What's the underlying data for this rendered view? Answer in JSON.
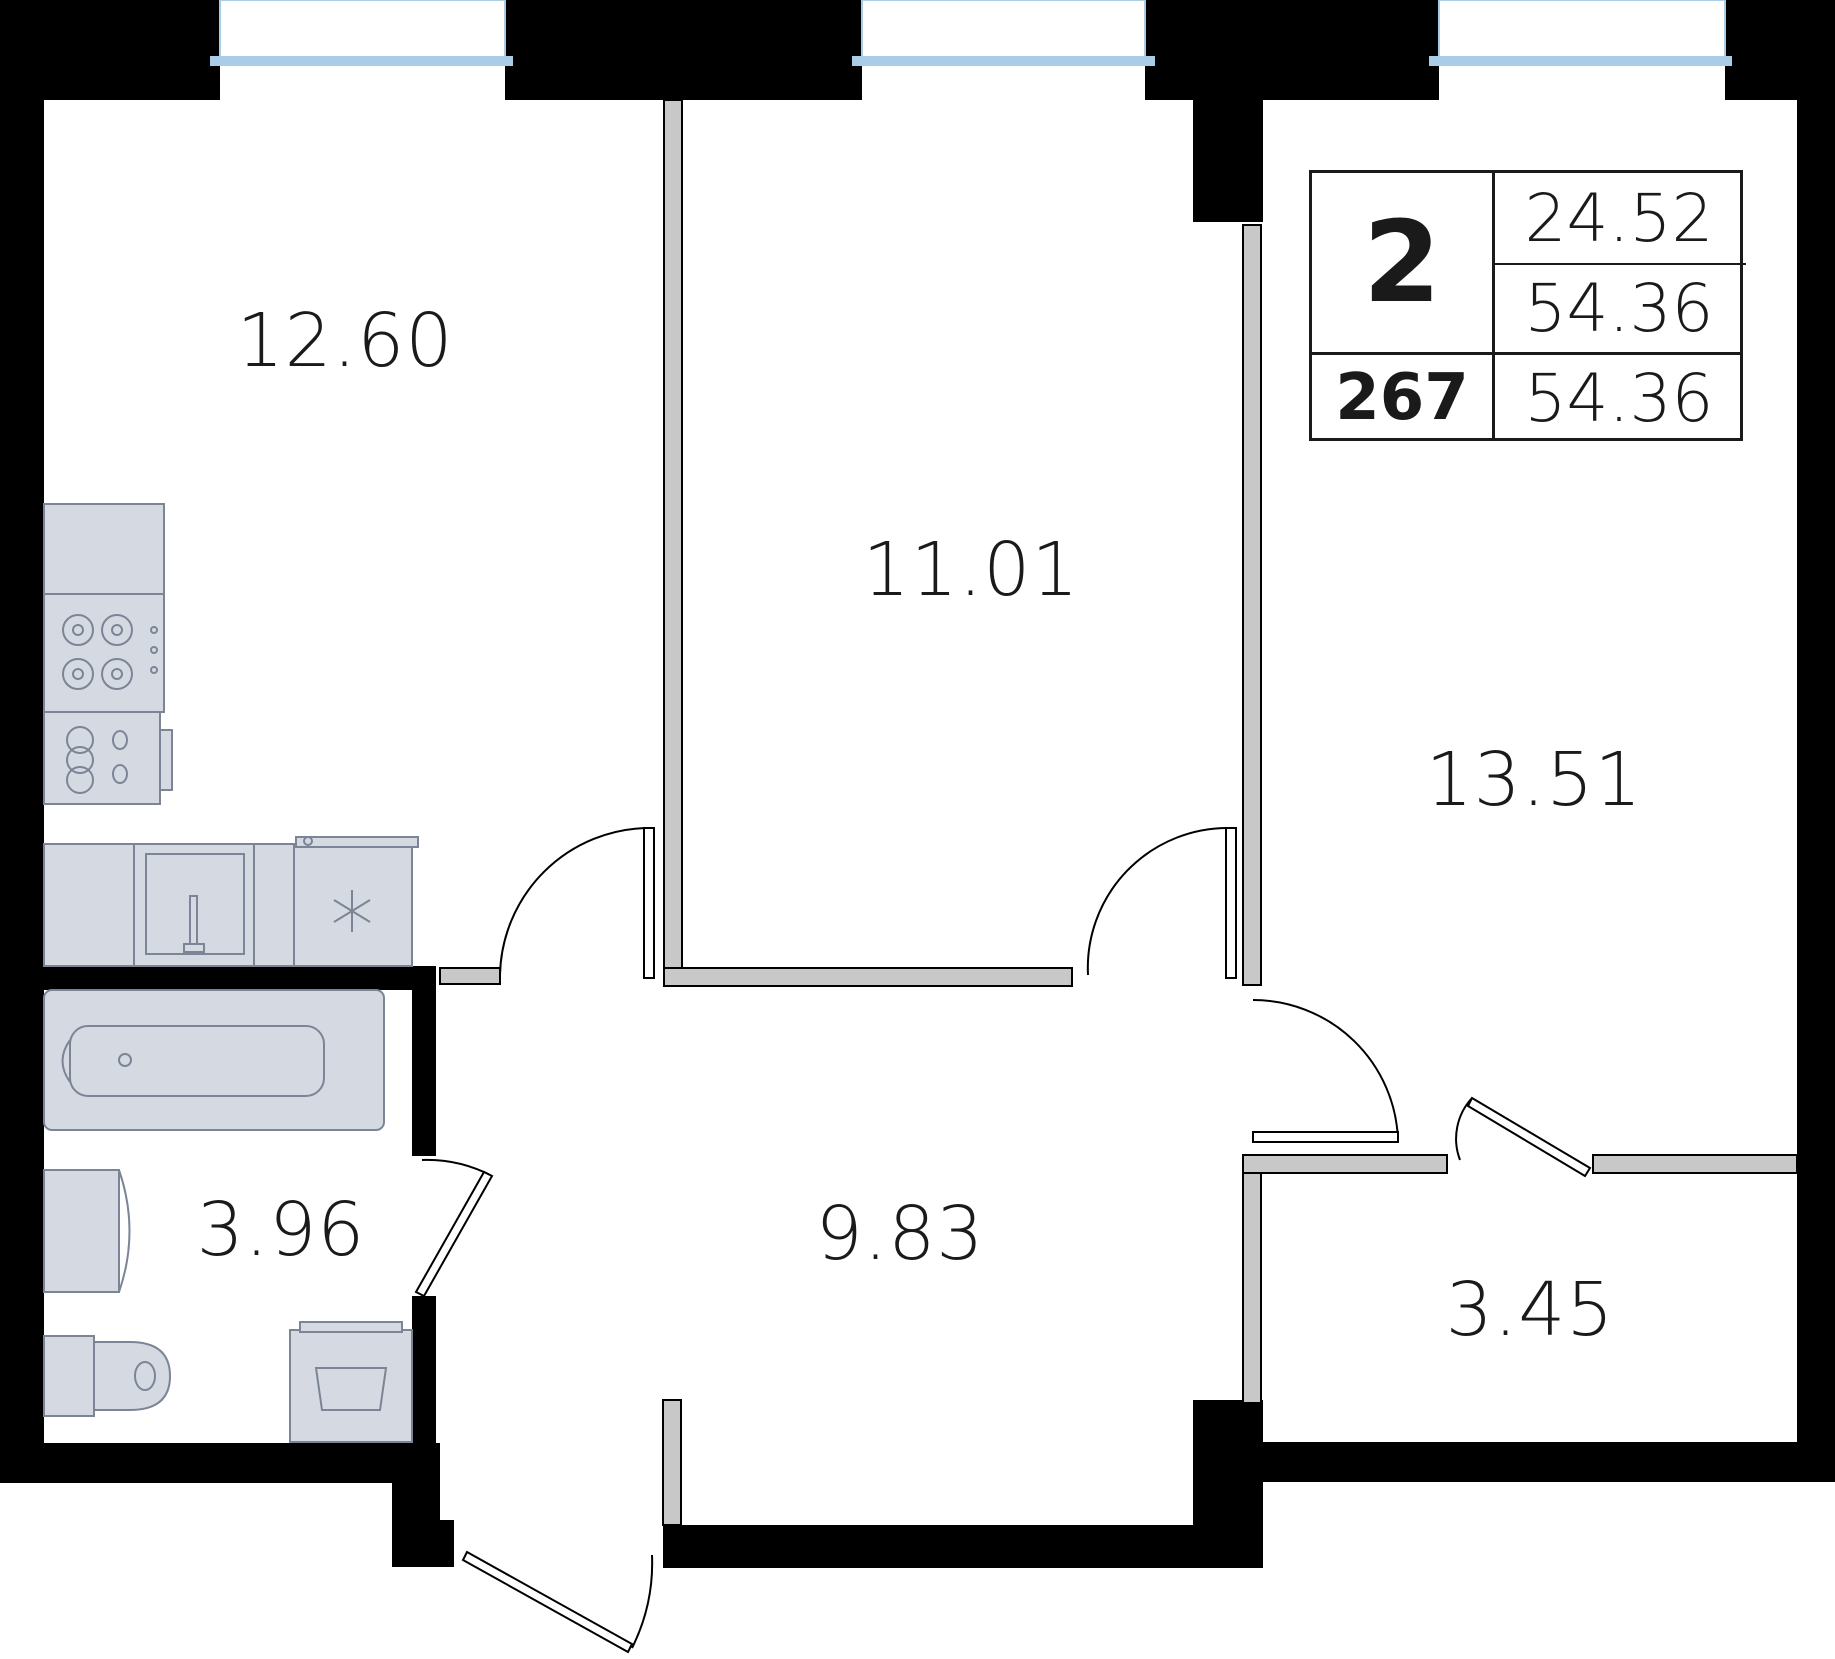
{
  "summary": {
    "rooms": "2",
    "living_area": "24.52",
    "total_area": "54.36",
    "apartment_number": "267",
    "total_area_2": "54.36"
  },
  "rooms": {
    "kitchen": "12.60",
    "bedroom_middle": "11.01",
    "bedroom_right": "13.51",
    "bathroom": "3.96",
    "hall": "9.83",
    "storage": "3.45"
  },
  "colors": {
    "wall": "#000000",
    "partition_fill": "#c8c8c8",
    "fixture_fill": "#d5dae2",
    "fixture_stroke": "#7b8596",
    "window": "#a9cde6"
  }
}
